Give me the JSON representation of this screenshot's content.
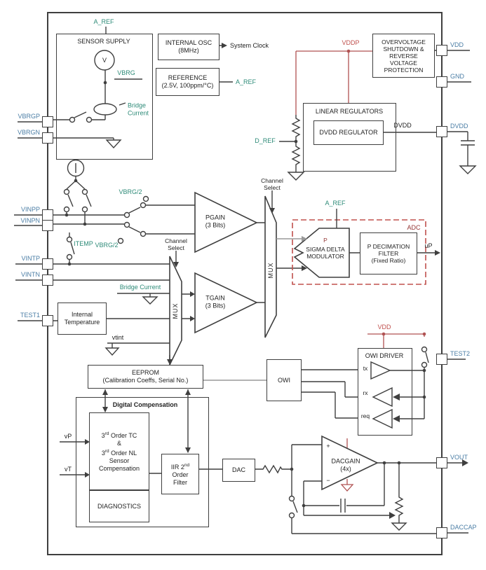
{
  "colors": {
    "pin_label_blue": "#4a7da5",
    "signal_teal": "#2e8b78",
    "wire_red": "#b05252",
    "label_red": "#c0504d",
    "adc_dashed_red": "#c0504d",
    "sigma_p_maroon": "#943634",
    "wire_dark": "#3f3f3f",
    "wire_gray": "#999999",
    "background": "#ffffff"
  },
  "pins": {
    "left": [
      "VBRGP",
      "VBRGN",
      "VINPP",
      "VINPN",
      "VINTP",
      "VINTN",
      "TEST1"
    ],
    "right": [
      "VDD",
      "GND",
      "DVDD",
      "TEST2",
      "VOUT",
      "DACCAP"
    ]
  },
  "labels": {
    "a_ref": "A_REF",
    "vbrg": "VBRG",
    "bridge_current_vertical": "Bridge\nCurrent",
    "bridge_current": "Bridge Current",
    "system_clock": "System Clock",
    "vddp": "VDDP",
    "dvdd_wire": "DVDD",
    "d_ref": "D_REF",
    "channel_select": "Channel\nSelect",
    "vbrg_half": "VBRG/2",
    "itemp": "ITEMP",
    "mux": "MUX",
    "vtint": "vtint",
    "adc": "ADC",
    "up": "uP",
    "vdd": "VDD",
    "tx": "tx",
    "rx": "rx",
    "req": "req",
    "vp": "vP",
    "vt": "vT",
    "v_source": "V",
    "plus": "+",
    "minus": "−"
  },
  "blocks": {
    "sensor_supply": "SENSOR  SUPPLY",
    "internal_osc": "INTERNAL OSC\n(8MHz)",
    "reference": "REFERENCE\n(2.5V, 100ppm/°C)",
    "overvoltage": "OVERVOLTAGE\nSHUTDOWN &\nREVERSE\nVOLTAGE\nPROTECTION",
    "linear_regulators": "LINEAR REGULATORS",
    "dvdd_regulator": "DVDD REGULATOR",
    "pgain": "PGAIN\n(3 Bits)",
    "tgain": "TGAIN\n(3 Bits)",
    "sigma_p": "P",
    "sigma_delta": "SIGMA DELTA\nMODULATOR",
    "decimation": "P DECIMATION\nFILTER\n(Fixed Ratio)",
    "internal_temperature": "Internal\nTemperature",
    "eeprom": "EEPROM\n(Calibration Coeffs, Serial No.)",
    "owi": "OWI",
    "owi_driver": "OWI DRIVER",
    "digital_compensation": "Digital Compensation",
    "comp_n": "3",
    "comp_sup": "rd",
    "comp_tc": " Order TC",
    "comp_amp": "&",
    "comp_nl": " Order NL",
    "comp_sensor": "Sensor",
    "comp_comp": "Compensation",
    "diagnostics": "DIAGNOSTICS",
    "iir_pre": "IIR 2",
    "iir_sup": "nd",
    "iir_order": "Order",
    "iir_filter": "Filter",
    "dac": "DAC",
    "dacgain": "DACGAIN\n(4x)"
  }
}
